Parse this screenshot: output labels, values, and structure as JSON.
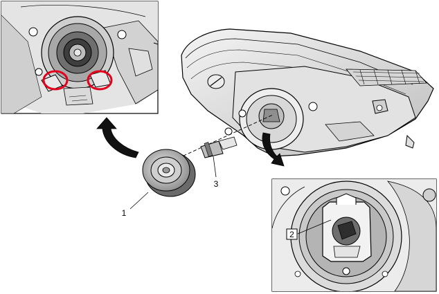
{
  "callouts": {
    "part_1": "1",
    "part_2": "2",
    "part_3": "3"
  },
  "colors": {
    "highlight": "#e3001b",
    "line": "#000000",
    "part_fill": "#dcdcdc",
    "shadow": "#5a5a5a"
  },
  "icons": {
    "arrow_to_inset_top": "curved-arrow-icon",
    "arrow_to_inset_bottom": "curved-arrow-icon"
  }
}
